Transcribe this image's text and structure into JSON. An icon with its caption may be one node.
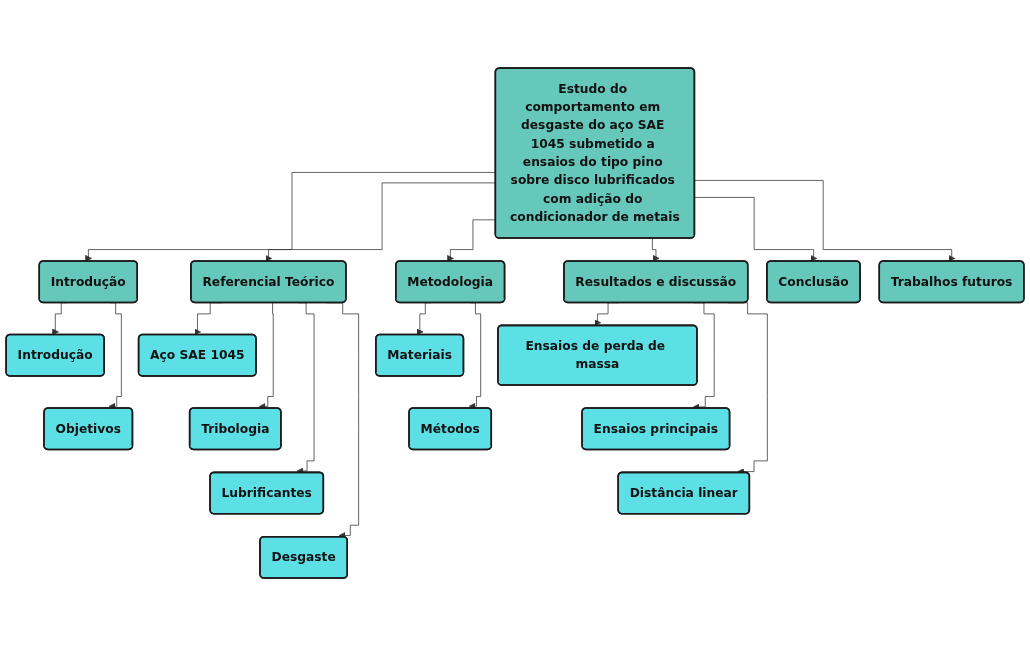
{
  "diagram": {
    "nodes": [
      {
        "text": [
          "Estudo do comportamento em desgaste do aço SAE 1045 submetido a ensaios do tipo pino sobre disco lubrificados com adição do condicionador de metais"
        ]
      },
      {
        "text": [
          "Introdução"
        ]
      },
      {
        "text": [
          "Referencial Teórico"
        ]
      },
      {
        "text": [
          "Metodologia"
        ]
      },
      {
        "text": [
          "Resultados e discussão"
        ]
      },
      {
        "text": [
          "Conclusão"
        ]
      },
      {
        "text": [
          "Trabalhos futuros"
        ]
      },
      {
        "text": [
          "Introdução"
        ]
      },
      {
        "text": [
          "Objetivos"
        ]
      },
      {
        "text": [
          "Aço SAE 1045"
        ]
      },
      {
        "text": [
          "Tribologia"
        ]
      },
      {
        "text": [
          "Lubrificantes"
        ]
      },
      {
        "text": [
          "Desgaste"
        ]
      },
      {
        "text": [
          "Materiais"
        ]
      },
      {
        "text": [
          "Métodos"
        ]
      },
      {
        "text": [
          "Ensaios de perda de massa"
        ]
      },
      {
        "text": [
          "Ensaios principais"
        ]
      },
      {
        "text": [
          "Distância linear"
        ]
      }
    ],
    "edges": [
      {
        "from": 0,
        "to": 1,
        "arrow": "to"
      },
      {
        "from": 0,
        "to": 2,
        "arrow": "to"
      },
      {
        "from": 0,
        "to": 3,
        "arrow": "to"
      },
      {
        "from": 0,
        "to": 4,
        "arrow": "to"
      },
      {
        "from": 0,
        "to": 5,
        "arrow": "to"
      },
      {
        "from": 0,
        "to": 6,
        "arrow": "to"
      },
      {
        "from": 1,
        "to": 7,
        "arrow": "to"
      },
      {
        "from": 1,
        "to": 8,
        "arrow": "to"
      },
      {
        "from": 2,
        "to": 9,
        "arrow": "to"
      },
      {
        "from": 2,
        "to": 10,
        "arrow": "to"
      },
      {
        "from": 2,
        "to": 11,
        "arrow": "to"
      },
      {
        "from": 2,
        "to": 12,
        "arrow": "to"
      },
      {
        "from": 3,
        "to": 13,
        "arrow": "to"
      },
      {
        "from": 3,
        "to": 14,
        "arrow": "to"
      },
      {
        "from": 4,
        "to": 15,
        "arrow": "to"
      },
      {
        "from": 4,
        "to": 16,
        "arrow": "to"
      },
      {
        "from": 4,
        "to": 17,
        "arrow": "to"
      }
    ]
  }
}
